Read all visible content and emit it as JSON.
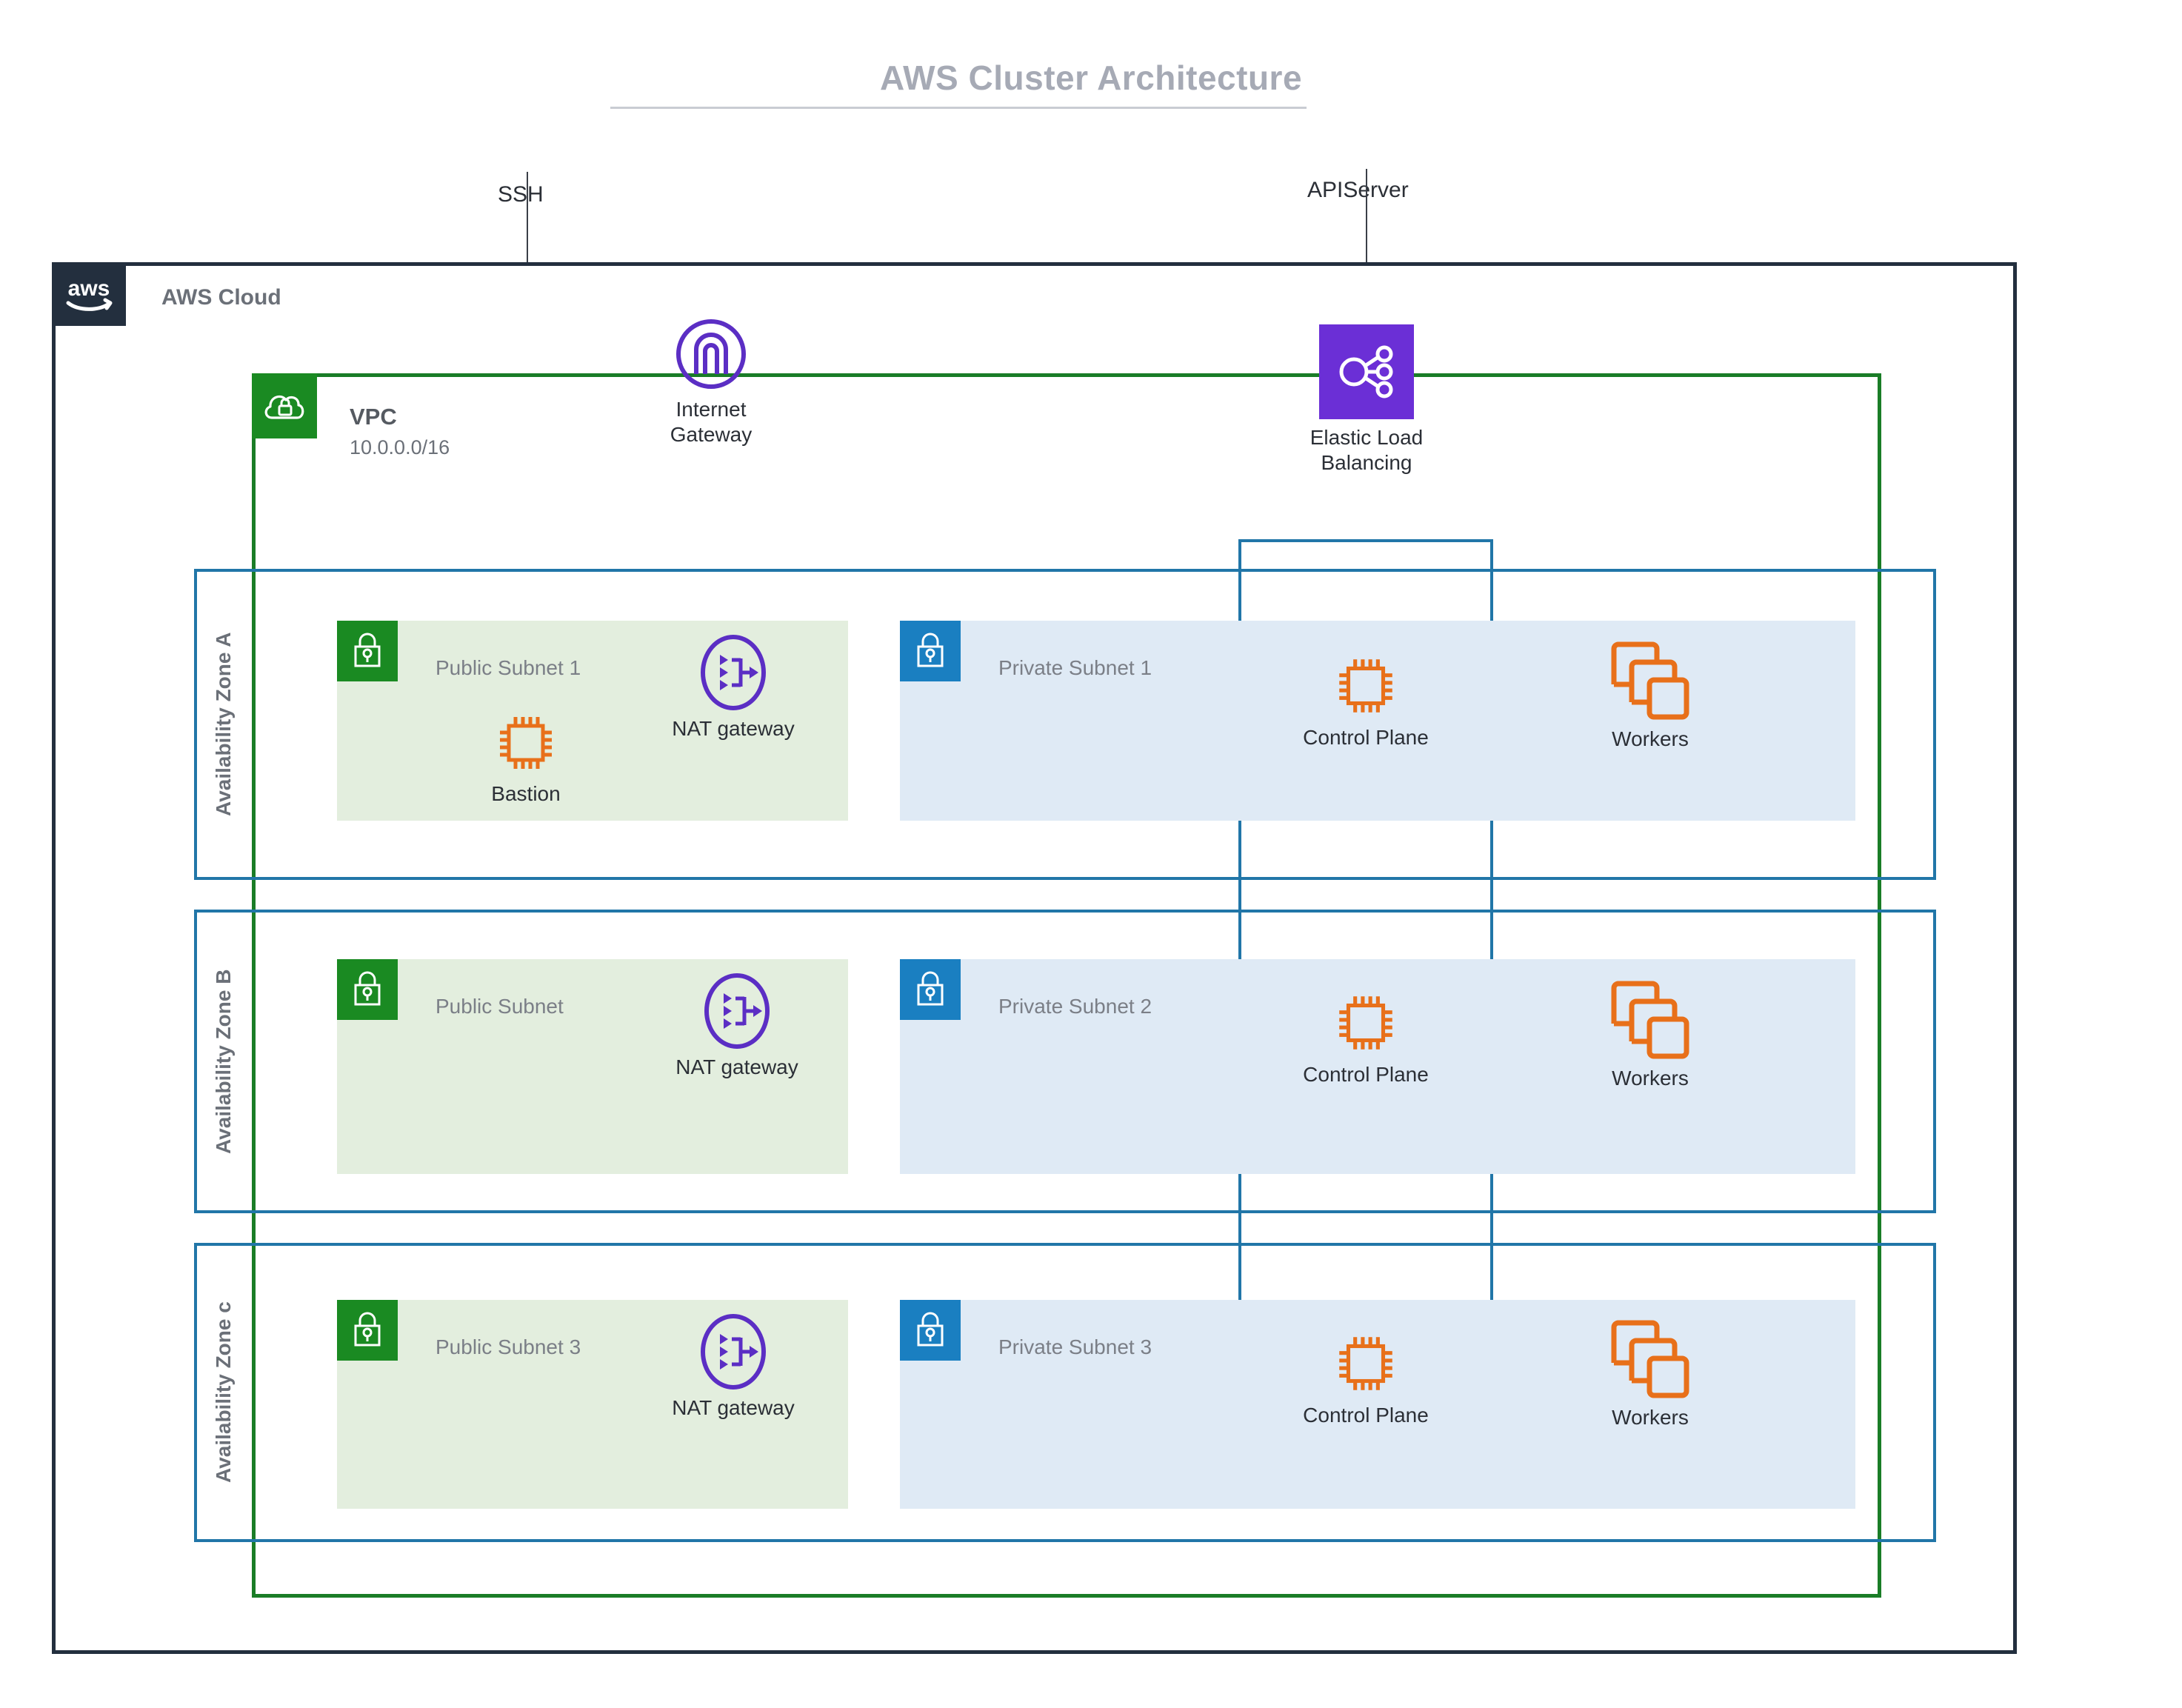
{
  "title": "AWS Cluster Architecture",
  "cloud": {
    "label": "AWS Cloud",
    "logo_icon": "aws-logo-icon"
  },
  "vpc": {
    "label": "VPC",
    "cidr": "10.0.0.0/16",
    "icon": "vpc-cloud-lock-icon"
  },
  "connectors": [
    {
      "label": "SSH",
      "from": "internet",
      "to": "Bastion"
    },
    {
      "label": "APIServer",
      "from": "internet",
      "to": "Elastic Load Balancing"
    }
  ],
  "shared_services": [
    {
      "name": "internet-gateway",
      "label_line1": "Internet",
      "label_line2": "Gateway",
      "icon": "internet-gateway-icon"
    },
    {
      "name": "elastic-load-balancing",
      "label_line1": "Elastic Load",
      "label_line2": "Balancing",
      "icon": "elastic-load-balancing-icon"
    }
  ],
  "zones": [
    {
      "id": "a",
      "label": "Availability Zone A",
      "public_subnet": {
        "label": "Public Subnet 1",
        "icon": "green-lock-icon"
      },
      "private_subnet": {
        "label": "Private Subnet 1",
        "icon": "blue-lock-icon"
      },
      "nat_gateway": {
        "label": "NAT gateway",
        "icon": "nat-gateway-icon"
      },
      "bastion": {
        "label": "Bastion",
        "icon": "cpu-chip-icon"
      },
      "control_plane": {
        "label": "Control Plane",
        "icon": "cpu-chip-icon"
      },
      "workers": {
        "label": "Workers",
        "icon": "stacked-instances-icon"
      }
    },
    {
      "id": "b",
      "label": "Availability Zone B",
      "public_subnet": {
        "label": "Public Subnet",
        "icon": "green-lock-icon"
      },
      "private_subnet": {
        "label": "Private Subnet 2",
        "icon": "blue-lock-icon"
      },
      "nat_gateway": {
        "label": "NAT gateway",
        "icon": "nat-gateway-icon"
      },
      "bastion": null,
      "control_plane": {
        "label": "Control Plane",
        "icon": "cpu-chip-icon"
      },
      "workers": {
        "label": "Workers",
        "icon": "stacked-instances-icon"
      }
    },
    {
      "id": "c",
      "label": "Availability Zone c",
      "public_subnet": {
        "label": "Public Subnet 3",
        "icon": "green-lock-icon"
      },
      "private_subnet": {
        "label": "Private Subnet 3",
        "icon": "blue-lock-icon"
      },
      "nat_gateway": {
        "label": "NAT gateway",
        "icon": "nat-gateway-icon"
      },
      "bastion": null,
      "control_plane": {
        "label": "Control Plane",
        "icon": "cpu-chip-icon"
      },
      "workers": {
        "label": "Workers",
        "icon": "stacked-instances-icon"
      }
    }
  ],
  "colors": {
    "aws_navy": "#232f3e",
    "vpc_green": "#1a7d27",
    "subnet_green": "#1a8a22",
    "subnet_blue": "#1a7fc1",
    "az_blue": "#2176a8",
    "purple": "#5b2ec4",
    "elb_purple": "#6b2fd6",
    "orange": "#e8701a",
    "public_band": "#e3eede",
    "private_band": "#dfeaf5",
    "title_gray": "#a6aab5",
    "text_gray": "#6b7078"
  }
}
